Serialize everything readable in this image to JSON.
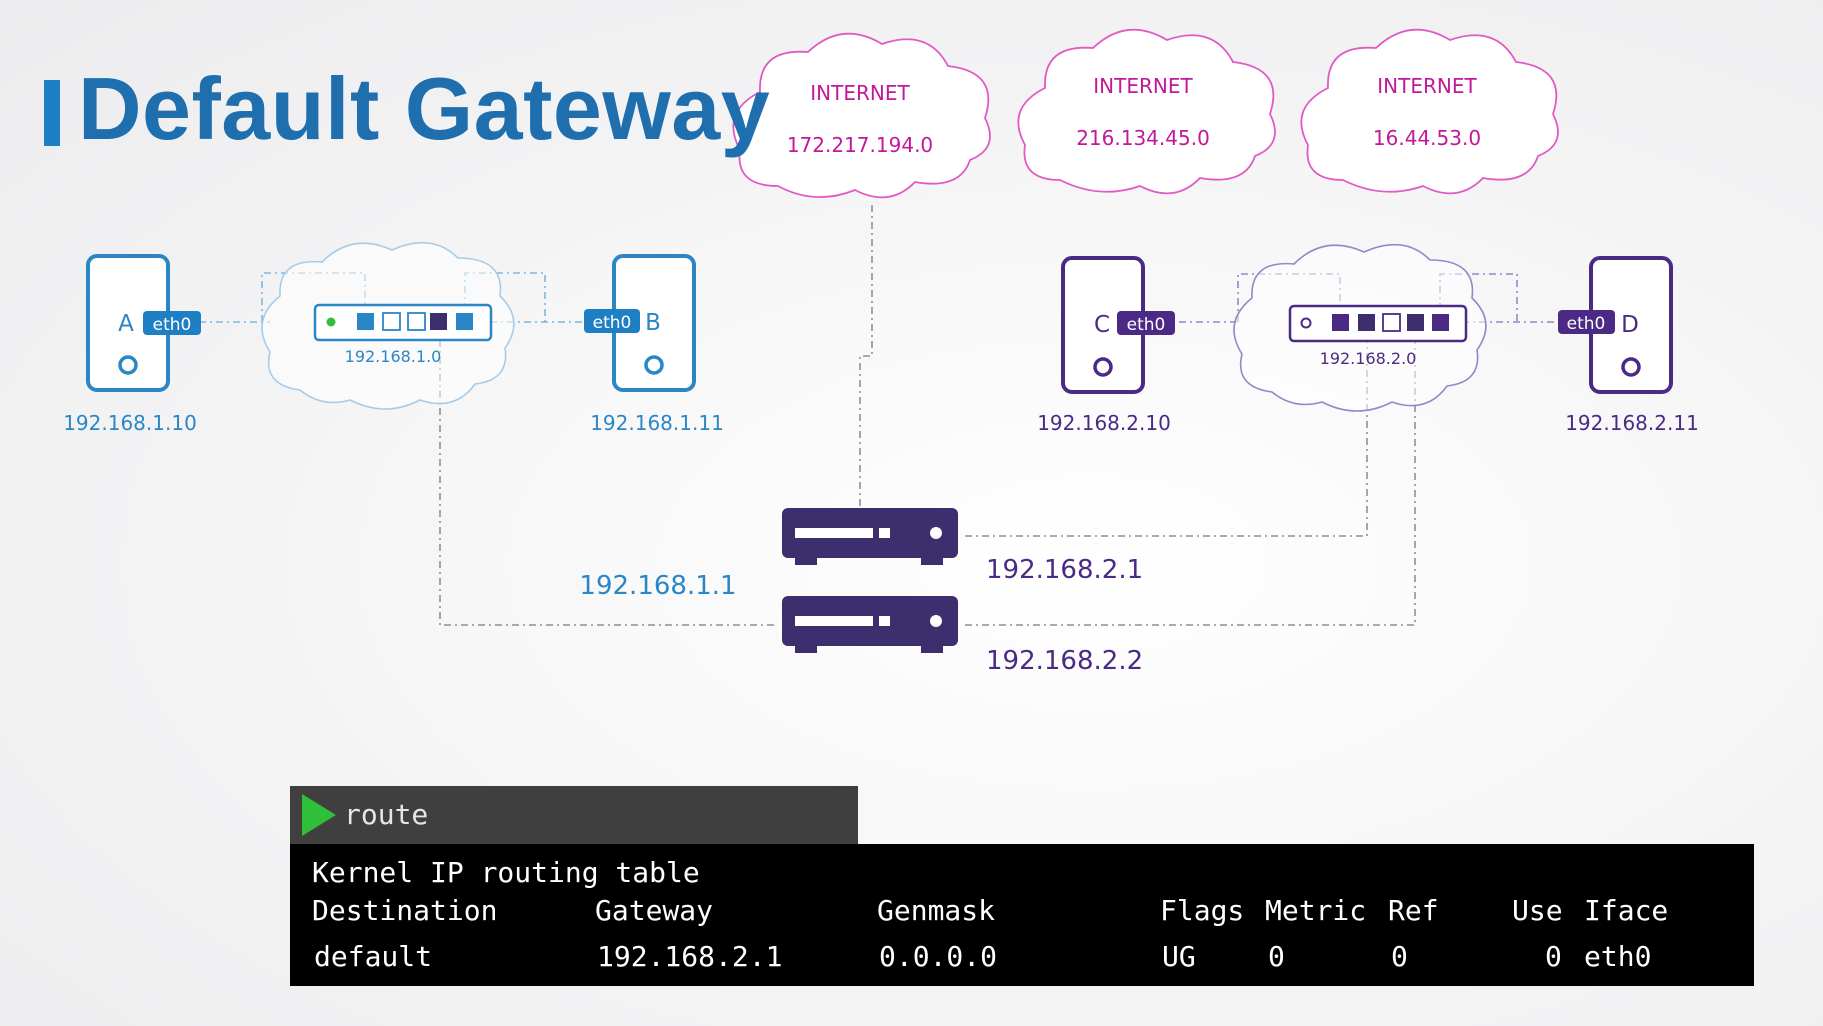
{
  "title": "Default Gateway",
  "colors": {
    "blue": "#2b86c5",
    "purple": "#4b2a86",
    "dark_device": "#3d2e6e",
    "pink": "#e05ac4",
    "pink_text": "#c2189a",
    "terminal_bg": "#000000",
    "prompt_arrow": "#2fbf3a"
  },
  "internets": [
    {
      "label": "INTERNET",
      "ip": "172.217.194.0"
    },
    {
      "label": "INTERNET",
      "ip": "216.134.45.0"
    },
    {
      "label": "INTERNET",
      "ip": "16.44.53.0"
    }
  ],
  "network1": {
    "network_ip": "192.168.1.0",
    "hosts": [
      {
        "name": "A",
        "iface": "eth0",
        "ip": "192.168.1.10"
      },
      {
        "name": "B",
        "iface": "eth0",
        "ip": "192.168.1.11"
      }
    ]
  },
  "network2": {
    "network_ip": "192.168.2.0",
    "hosts": [
      {
        "name": "C",
        "iface": "eth0",
        "ip": "192.168.2.10"
      },
      {
        "name": "D",
        "iface": "eth0",
        "ip": "192.168.2.11"
      }
    ]
  },
  "routers": {
    "gw_left_ip": "192.168.1.1",
    "gw1_right_ip": "192.168.2.1",
    "gw2_right_ip": "192.168.2.2"
  },
  "terminal": {
    "command": "route",
    "heading": "Kernel IP routing table",
    "columns": [
      "Destination",
      "Gateway",
      "Genmask",
      "Flags",
      "Metric",
      "Ref",
      "Use",
      "Iface"
    ],
    "row": [
      "default",
      "192.168.2.1",
      "0.0.0.0",
      "UG",
      "0",
      "0",
      "0",
      "eth0"
    ]
  }
}
